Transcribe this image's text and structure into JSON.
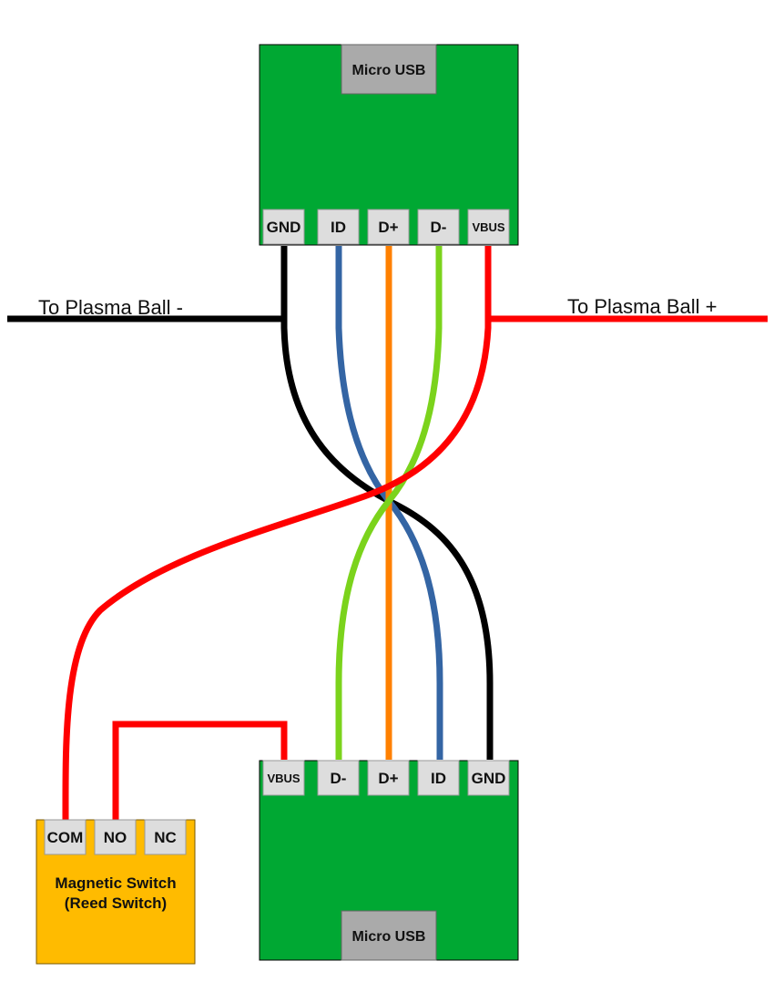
{
  "colors": {
    "board": "#00a833",
    "connector": "#aaaaaa",
    "pin": "#dddddd",
    "switch_body": "#ffbb00",
    "wire_gnd": "#000000",
    "wire_id": "#3465a4",
    "wire_dplus": "#ff8000",
    "wire_dminus": "#7bd31c",
    "wire_vbus": "#ff0000"
  },
  "top_board": {
    "connector_label": "Micro USB",
    "pins": [
      "GND",
      "ID",
      "D+",
      "D-",
      "VBUS"
    ]
  },
  "bottom_board": {
    "connector_label": "Micro USB",
    "pins": [
      "VBUS",
      "D-",
      "D+",
      "ID",
      "GND"
    ]
  },
  "labels": {
    "left": "To Plasma Ball -",
    "right": "To Plasma Ball +"
  },
  "reed_switch": {
    "pins": [
      "COM",
      "NO",
      "NC"
    ],
    "title_line1": "Magnetic Switch",
    "title_line2": "(Reed Switch)"
  }
}
